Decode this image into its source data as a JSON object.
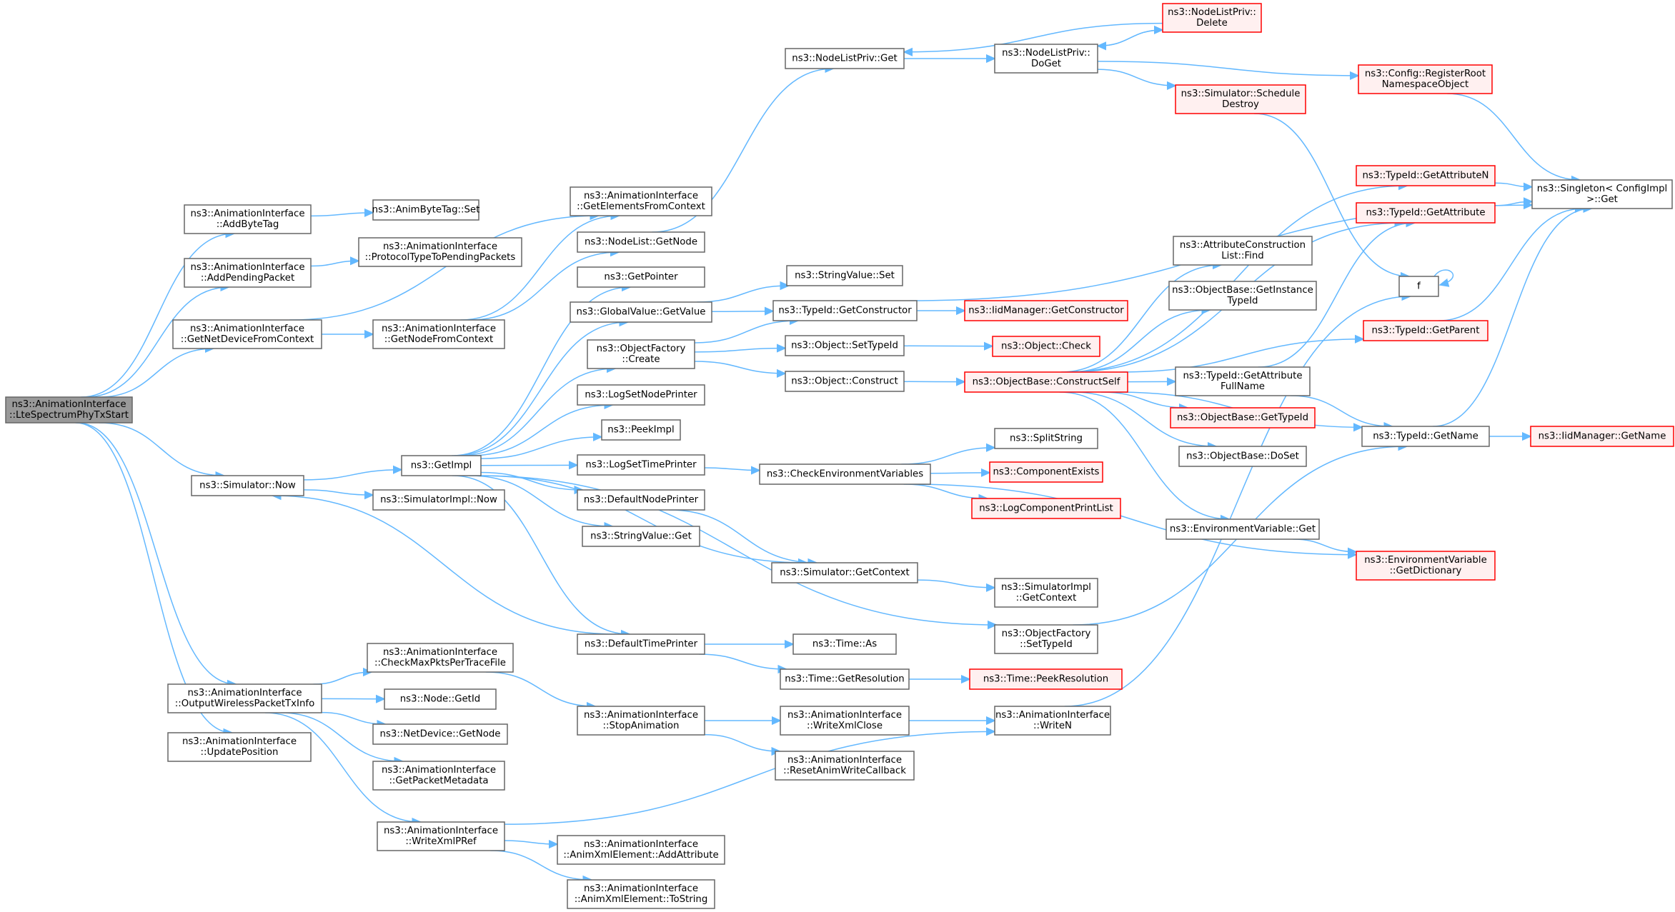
{
  "colors": {
    "edge": "#63b8ff",
    "normal_fill": "#ffffff",
    "normal_stroke": "#666666",
    "focus_fill": "#999999",
    "focus_stroke": "#666666",
    "truncated_fill": "#fff0f0",
    "truncated_stroke": "#ff0000"
  },
  "nodes": [
    {
      "id": "n0",
      "style": "focus",
      "lines": [
        "ns3::AnimationInterface",
        "::LteSpectrumPhyTxStart"
      ]
    },
    {
      "id": "n1",
      "style": "normal",
      "lines": [
        "ns3::AnimationInterface",
        "::AddByteTag"
      ]
    },
    {
      "id": "n2",
      "style": "normal",
      "lines": [
        "ns3::AnimByteTag::Set"
      ]
    },
    {
      "id": "n3",
      "style": "normal",
      "lines": [
        "ns3::AnimationInterface",
        "::AddPendingPacket"
      ]
    },
    {
      "id": "n4",
      "style": "normal",
      "lines": [
        "ns3::AnimationInterface",
        "::ProtocolTypeToPendingPackets"
      ]
    },
    {
      "id": "n5",
      "style": "normal",
      "lines": [
        "ns3::AnimationInterface",
        "::GetNetDeviceFromContext"
      ]
    },
    {
      "id": "n6",
      "style": "normal",
      "lines": [
        "ns3::AnimationInterface",
        "::GetElementsFromContext"
      ]
    },
    {
      "id": "n7",
      "style": "normal",
      "lines": [
        "ns3::AnimationInterface",
        "::GetNodeFromContext"
      ]
    },
    {
      "id": "n8",
      "style": "normal",
      "lines": [
        "ns3::NodeList::GetNode"
      ]
    },
    {
      "id": "n9",
      "style": "normal",
      "lines": [
        "ns3::NodeListPriv::Get"
      ]
    },
    {
      "id": "n10",
      "style": "normal",
      "lines": [
        "ns3::NodeListPriv::",
        "DoGet"
      ]
    },
    {
      "id": "n11",
      "style": "truncated",
      "lines": [
        "ns3::NodeListPriv::",
        "Delete"
      ]
    },
    {
      "id": "n12",
      "style": "truncated",
      "lines": [
        "ns3::Config::RegisterRoot",
        "NamespaceObject"
      ]
    },
    {
      "id": "n13",
      "style": "truncated",
      "lines": [
        "ns3::Simulator::Schedule",
        "Destroy"
      ]
    },
    {
      "id": "n14",
      "style": "normal",
      "lines": [
        "ns3::Singleton< ConfigImpl",
        " >::Get"
      ]
    },
    {
      "id": "n15",
      "style": "normal",
      "lines": [
        "f"
      ]
    },
    {
      "id": "n16",
      "style": "normal",
      "lines": [
        "ns3::Simulator::Now"
      ]
    },
    {
      "id": "n17",
      "style": "normal",
      "lines": [
        "ns3::GetImpl"
      ]
    },
    {
      "id": "n18",
      "style": "normal",
      "lines": [
        "ns3::GetPointer"
      ]
    },
    {
      "id": "n19",
      "style": "normal",
      "lines": [
        "ns3::GlobalValue::GetValue"
      ]
    },
    {
      "id": "n20",
      "style": "normal",
      "lines": [
        "ns3::StringValue::Set"
      ]
    },
    {
      "id": "n21",
      "style": "normal",
      "lines": [
        "ns3::TypeId::GetConstructor"
      ]
    },
    {
      "id": "n22",
      "style": "truncated",
      "lines": [
        "ns3::IidManager::GetConstructor"
      ]
    },
    {
      "id": "n23",
      "style": "normal",
      "lines": [
        "ns3::ObjectFactory",
        "::Create"
      ]
    },
    {
      "id": "n24",
      "style": "normal",
      "lines": [
        "ns3::Object::SetTypeId"
      ]
    },
    {
      "id": "n25",
      "style": "truncated",
      "lines": [
        "ns3::Object::Check"
      ]
    },
    {
      "id": "n26",
      "style": "normal",
      "lines": [
        "ns3::Object::Construct"
      ]
    },
    {
      "id": "n27",
      "style": "truncated",
      "lines": [
        "ns3::ObjectBase::ConstructSelf"
      ]
    },
    {
      "id": "n28",
      "style": "truncated",
      "lines": [
        "ns3::TypeId::GetAttributeN"
      ]
    },
    {
      "id": "n29",
      "style": "truncated",
      "lines": [
        "ns3::TypeId::GetAttribute"
      ]
    },
    {
      "id": "n30",
      "style": "normal",
      "lines": [
        "ns3::AttributeConstruction",
        "List::Find"
      ]
    },
    {
      "id": "n31",
      "style": "normal",
      "lines": [
        "ns3::ObjectBase::GetInstance",
        "TypeId"
      ]
    },
    {
      "id": "n32",
      "style": "truncated",
      "lines": [
        "ns3::TypeId::GetParent"
      ]
    },
    {
      "id": "n33",
      "style": "normal",
      "lines": [
        "ns3::TypeId::GetAttribute",
        "FullName"
      ]
    },
    {
      "id": "n34",
      "style": "truncated",
      "lines": [
        "ns3::ObjectBase::GetTypeId"
      ]
    },
    {
      "id": "n35",
      "style": "normal",
      "lines": [
        "ns3::TypeId::GetName"
      ]
    },
    {
      "id": "n36",
      "style": "truncated",
      "lines": [
        "ns3::IidManager::GetName"
      ]
    },
    {
      "id": "n37",
      "style": "normal",
      "lines": [
        "ns3::ObjectBase::DoSet"
      ]
    },
    {
      "id": "n38",
      "style": "normal",
      "lines": [
        "ns3::EnvironmentVariable::Get"
      ]
    },
    {
      "id": "n39",
      "style": "truncated",
      "lines": [
        "ns3::EnvironmentVariable",
        "::GetDictionary"
      ]
    },
    {
      "id": "n40",
      "style": "normal",
      "lines": [
        "ns3::LogSetNodePrinter"
      ]
    },
    {
      "id": "n41",
      "style": "normal",
      "lines": [
        "ns3::PeekImpl"
      ]
    },
    {
      "id": "n42",
      "style": "normal",
      "lines": [
        "ns3::LogSetTimePrinter"
      ]
    },
    {
      "id": "n43",
      "style": "normal",
      "lines": [
        "ns3::CheckEnvironmentVariables"
      ]
    },
    {
      "id": "n44",
      "style": "normal",
      "lines": [
        "ns3::SplitString"
      ]
    },
    {
      "id": "n45",
      "style": "truncated",
      "lines": [
        "ns3::ComponentExists"
      ]
    },
    {
      "id": "n46",
      "style": "truncated",
      "lines": [
        "ns3::LogComponentPrintList"
      ]
    },
    {
      "id": "n47",
      "style": "normal",
      "lines": [
        "ns3::DefaultNodePrinter"
      ]
    },
    {
      "id": "n48",
      "style": "normal",
      "lines": [
        "ns3::StringValue::Get"
      ]
    },
    {
      "id": "n49",
      "style": "normal",
      "lines": [
        "ns3::Simulator::GetContext"
      ]
    },
    {
      "id": "n50",
      "style": "normal",
      "lines": [
        "ns3::SimulatorImpl",
        "::GetContext"
      ]
    },
    {
      "id": "n51",
      "style": "normal",
      "lines": [
        "ns3::DefaultTimePrinter"
      ]
    },
    {
      "id": "n52",
      "style": "normal",
      "lines": [
        "ns3::Time::As"
      ]
    },
    {
      "id": "n53",
      "style": "normal",
      "lines": [
        "ns3::Time::GetResolution"
      ]
    },
    {
      "id": "n54",
      "style": "truncated",
      "lines": [
        "ns3::Time::PeekResolution"
      ]
    },
    {
      "id": "n55",
      "style": "normal",
      "lines": [
        "ns3::ObjectFactory",
        "::SetTypeId"
      ]
    },
    {
      "id": "n56",
      "style": "normal",
      "lines": [
        "ns3::SimulatorImpl::Now"
      ]
    },
    {
      "id": "n57",
      "style": "normal",
      "lines": [
        "ns3::AnimationInterface",
        "::OutputWirelessPacketTxInfo"
      ]
    },
    {
      "id": "n58",
      "style": "normal",
      "lines": [
        "ns3::AnimationInterface",
        "::CheckMaxPktsPerTraceFile"
      ]
    },
    {
      "id": "n59",
      "style": "normal",
      "lines": [
        "ns3::AnimationInterface",
        "::StopAnimation"
      ]
    },
    {
      "id": "n60",
      "style": "normal",
      "lines": [
        "ns3::AnimationInterface",
        "::WriteXmlClose"
      ]
    },
    {
      "id": "n61",
      "style": "normal",
      "lines": [
        "ns3::AnimationInterface",
        "::WriteN"
      ]
    },
    {
      "id": "n62",
      "style": "normal",
      "lines": [
        "ns3::AnimationInterface",
        "::ResetAnimWriteCallback"
      ]
    },
    {
      "id": "n63",
      "style": "normal",
      "lines": [
        "ns3::Node::GetId"
      ]
    },
    {
      "id": "n64",
      "style": "normal",
      "lines": [
        "ns3::NetDevice::GetNode"
      ]
    },
    {
      "id": "n65",
      "style": "normal",
      "lines": [
        "ns3::AnimationInterface",
        "::GetPacketMetadata"
      ]
    },
    {
      "id": "n66",
      "style": "normal",
      "lines": [
        "ns3::AnimationInterface",
        "::WriteXmlPRef"
      ]
    },
    {
      "id": "n67",
      "style": "normal",
      "lines": [
        "ns3::AnimationInterface",
        "::AnimXmlElement::AddAttribute"
      ]
    },
    {
      "id": "n68",
      "style": "normal",
      "lines": [
        "ns3::AnimationInterface",
        "::AnimXmlElement::ToString"
      ]
    },
    {
      "id": "n69",
      "style": "normal",
      "lines": [
        "ns3::AnimationInterface",
        "::UpdatePosition"
      ]
    }
  ],
  "edges": [
    [
      "n0",
      "n1"
    ],
    [
      "n0",
      "n3"
    ],
    [
      "n0",
      "n5"
    ],
    [
      "n0",
      "n16"
    ],
    [
      "n0",
      "n57"
    ],
    [
      "n0",
      "n69"
    ],
    [
      "n1",
      "n2"
    ],
    [
      "n3",
      "n4"
    ],
    [
      "n5",
      "n6"
    ],
    [
      "n5",
      "n7"
    ],
    [
      "n7",
      "n6"
    ],
    [
      "n7",
      "n8"
    ],
    [
      "n8",
      "n9"
    ],
    [
      "n9",
      "n10"
    ],
    [
      "n10",
      "n11"
    ],
    [
      "n11",
      "n9"
    ],
    [
      "n11",
      "n10"
    ],
    [
      "n10",
      "n12"
    ],
    [
      "n10",
      "n13"
    ],
    [
      "n12",
      "n14"
    ],
    [
      "n13",
      "n15"
    ],
    [
      "n16",
      "n17"
    ],
    [
      "n16",
      "n56"
    ],
    [
      "n17",
      "n18"
    ],
    [
      "n17",
      "n19"
    ],
    [
      "n17",
      "n23"
    ],
    [
      "n17",
      "n40"
    ],
    [
      "n17",
      "n41"
    ],
    [
      "n17",
      "n42"
    ],
    [
      "n17",
      "n47"
    ],
    [
      "n17",
      "n48"
    ],
    [
      "n17",
      "n49"
    ],
    [
      "n17",
      "n51"
    ],
    [
      "n17",
      "n55"
    ],
    [
      "n19",
      "n20"
    ],
    [
      "n19",
      "n21"
    ],
    [
      "n21",
      "n14"
    ],
    [
      "n21",
      "n22"
    ],
    [
      "n23",
      "n21"
    ],
    [
      "n23",
      "n24"
    ],
    [
      "n23",
      "n26"
    ],
    [
      "n24",
      "n25"
    ],
    [
      "n26",
      "n27"
    ],
    [
      "n27",
      "n28"
    ],
    [
      "n27",
      "n29"
    ],
    [
      "n27",
      "n30"
    ],
    [
      "n27",
      "n31"
    ],
    [
      "n27",
      "n32"
    ],
    [
      "n27",
      "n33"
    ],
    [
      "n27",
      "n34"
    ],
    [
      "n27",
      "n35"
    ],
    [
      "n27",
      "n37"
    ],
    [
      "n27",
      "n38"
    ],
    [
      "n28",
      "n14"
    ],
    [
      "n29",
      "n14"
    ],
    [
      "n32",
      "n14"
    ],
    [
      "n33",
      "n29"
    ],
    [
      "n33",
      "n35"
    ],
    [
      "n35",
      "n14"
    ],
    [
      "n35",
      "n36"
    ],
    [
      "n38",
      "n39"
    ],
    [
      "n42",
      "n43"
    ],
    [
      "n43",
      "n44"
    ],
    [
      "n43",
      "n45"
    ],
    [
      "n43",
      "n46"
    ],
    [
      "n43",
      "n39"
    ],
    [
      "n47",
      "n49"
    ],
    [
      "n49",
      "n50"
    ],
    [
      "n51",
      "n16"
    ],
    [
      "n51",
      "n52"
    ],
    [
      "n51",
      "n53"
    ],
    [
      "n53",
      "n54"
    ],
    [
      "n55",
      "n35"
    ],
    [
      "n15",
      "n15"
    ],
    [
      "n57",
      "n58"
    ],
    [
      "n57",
      "n63"
    ],
    [
      "n57",
      "n64"
    ],
    [
      "n57",
      "n65"
    ],
    [
      "n57",
      "n66"
    ],
    [
      "n58",
      "n59"
    ],
    [
      "n59",
      "n60"
    ],
    [
      "n59",
      "n62"
    ],
    [
      "n60",
      "n61"
    ],
    [
      "n61",
      "n15"
    ],
    [
      "n66",
      "n61"
    ],
    [
      "n66",
      "n67"
    ],
    [
      "n66",
      "n68"
    ]
  ]
}
